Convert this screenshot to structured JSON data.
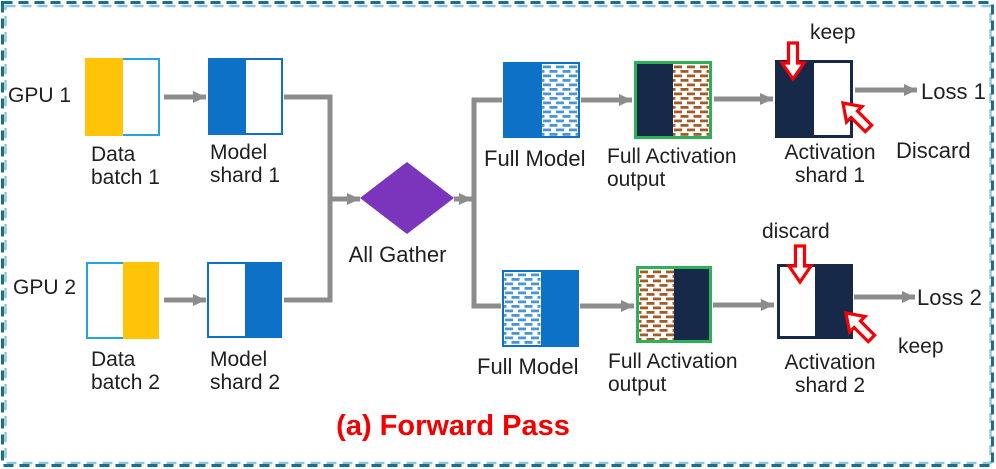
{
  "title": "(a) Forward Pass",
  "nodes": {
    "gpu1_label": "GPU 1",
    "gpu2_label": "GPU 2",
    "data_batch_1": "Data\nbatch 1",
    "model_shard_1": "Model\nshard 1",
    "data_batch_2": "Data\nbatch 2",
    "model_shard_2": "Model\nshard 2",
    "all_gather": "All Gather",
    "full_model_1": "Full Model",
    "full_model_2": "Full Model",
    "full_activation_1": "Full Activation\noutput",
    "full_activation_2": "Full Activation\noutput",
    "activation_shard_1": "Activation\nshard 1",
    "activation_shard_2": "Activation\nshard 2",
    "keep_1": "keep",
    "discard_1": "Discard",
    "discard_2": "discard",
    "keep_2": "keep",
    "loss_1": "Loss 1",
    "loss_2": "Loss 2"
  },
  "colors": {
    "yellow": "#FFC408",
    "blue": "#0E71C8",
    "light_blue_border": "#24A3DC",
    "navy": "#172948",
    "green_border": "#2BB256",
    "purple": "#7B35BD",
    "blue_hatch": "#4C94D8",
    "brown_hatch": "#A55B28",
    "connector_gray": "#8C8C8C",
    "red_accent": "#F50006",
    "title_red": "#F40000",
    "frame_teal": "#1A6F8A",
    "frame_light": "#90C7DD",
    "text": "#1F1F1F"
  }
}
